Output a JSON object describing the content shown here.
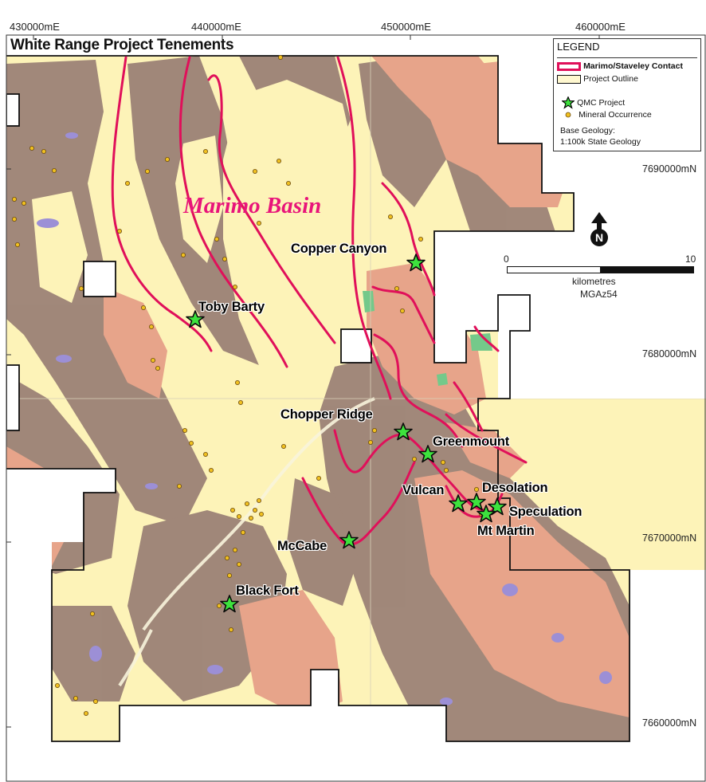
{
  "map": {
    "title": "White Range Project Tenements",
    "basin_label": "Marimo Basin",
    "colors": {
      "contact": "#e0105a",
      "basin_text": "#e8147a",
      "star": "#3de23d",
      "occurrence": "#f0c020",
      "base_light": "#fdf3b8",
      "base_brown": "#9c8276",
      "base_salmon": "#e7a48a",
      "base_purple": "#9c8fd6",
      "base_green": "#74c98a"
    },
    "eastings": [
      {
        "label": "430000mE"
      },
      {
        "label": "440000mE"
      },
      {
        "label": "450000mE"
      },
      {
        "label": "460000mE"
      }
    ],
    "northings": [
      {
        "label": "7690000mN"
      },
      {
        "label": "7680000mN"
      },
      {
        "label": "7670000mN"
      },
      {
        "label": "7660000mN"
      }
    ],
    "sites": [
      {
        "name": "Copper Canyon"
      },
      {
        "name": "Toby Barty"
      },
      {
        "name": "Chopper Ridge"
      },
      {
        "name": "Greenmount"
      },
      {
        "name": "Vulcan"
      },
      {
        "name": "Desolation"
      },
      {
        "name": "Speculation"
      },
      {
        "name": "Mt Martin"
      },
      {
        "name": "McCabe"
      },
      {
        "name": "Black Fort"
      }
    ]
  },
  "legend": {
    "title": "LEGEND",
    "contact": "Marimo/Staveley Contact",
    "outline": "Project Outline",
    "qmc": "QMC Project",
    "occurrence": "Mineral Occurrence",
    "base_geology_1": "Base Geology:",
    "base_geology_2": "1:100k State Geology"
  },
  "scale": {
    "start": "0",
    "end": "10",
    "unit": "kilometres",
    "datum": "MGAz54"
  },
  "north": {
    "letter": "N"
  }
}
